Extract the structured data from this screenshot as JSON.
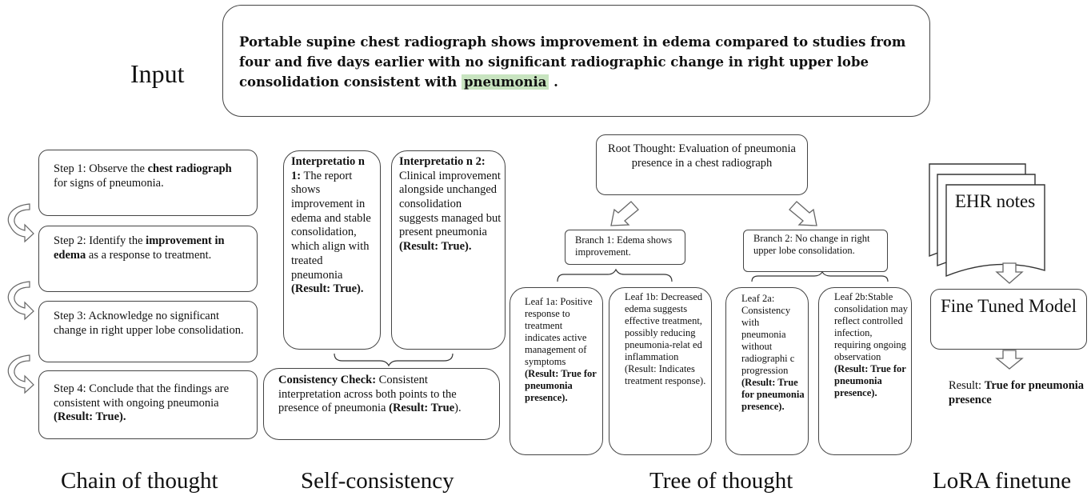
{
  "input": {
    "label": "Input",
    "text_before": "Portable supine chest radiograph shows improvement in edema compared to studies from four and five days earlier with no significant radiographic change in right upper lobe consolidation consistent with",
    "highlight": "pneumonia",
    "text_after": "."
  },
  "chain": {
    "steps": [
      {
        "prefix": "Step 1: Observe the ",
        "bold": "chest radiograph",
        "suffix": " for signs of pneumonia."
      },
      {
        "prefix": "Step 2: Identify the ",
        "bold": "improvement in edema",
        "suffix": " as a response to treatment."
      },
      {
        "prefix": "Step 3: Acknowledge no significant change in right upper lobe consolidation.",
        "bold": "",
        "suffix": ""
      },
      {
        "prefix": "Step 4: Conclude that the findings are consistent with ongoing pneumonia ",
        "bold": "(Result: True).",
        "suffix": ""
      }
    ],
    "caption": "Chain of thought"
  },
  "self_consistency": {
    "interp1": {
      "title": "Interpretatio n 1:",
      "body": " The report shows improvement in edema and stable consolidation, which align with treated pneumonia ",
      "result": "(Result: True)."
    },
    "interp2": {
      "title": "Interpretatio n 2:",
      "body": " Clinical improvement alongside unchanged consolidation suggests managed but present pneumonia ",
      "result": "(Result: True)."
    },
    "check": {
      "title": "Consistency Check:",
      "body": " Consistent interpretation across both points to the presence of pneumonia ",
      "result": "(Result: True",
      "tail": ")."
    },
    "caption": "Self-consistency"
  },
  "tree": {
    "root": "Root Thought: Evaluation of pneumonia presence in a chest radiograph",
    "branch1": "Branch 1: Edema shows improvement.",
    "branch2": "Branch 2: No change in right upper lobe consolidation.",
    "leaf1a": {
      "body": "Leaf 1a: Positive response to treatment indicates active management of symptoms ",
      "result": "(Result: True for pneumonia presence)."
    },
    "leaf1b": {
      "body": "Leaf 1b: Decreased edema suggests effective treatment, possibly reducing pneumonia-relat ed inflammation (Result: Indicates treatment response).",
      "result": ""
    },
    "leaf2a": {
      "body": "Leaf 2a: Consistency with pneumonia without radiographi c progression ",
      "result": "(Result: True for pneumonia presence)."
    },
    "leaf2b": {
      "body": "Leaf 2b:Stable consolidation may reflect controlled infection, requiring ongoing observation ",
      "result": "(Result: True for pneumonia presence)."
    },
    "caption": "Tree of thought"
  },
  "lora": {
    "doc_label": "EHR notes",
    "model_label": "Fine Tuned Model",
    "result_prefix": "Result: ",
    "result_bold": "True for pneumonia presence",
    "caption": "LoRA finetune"
  }
}
